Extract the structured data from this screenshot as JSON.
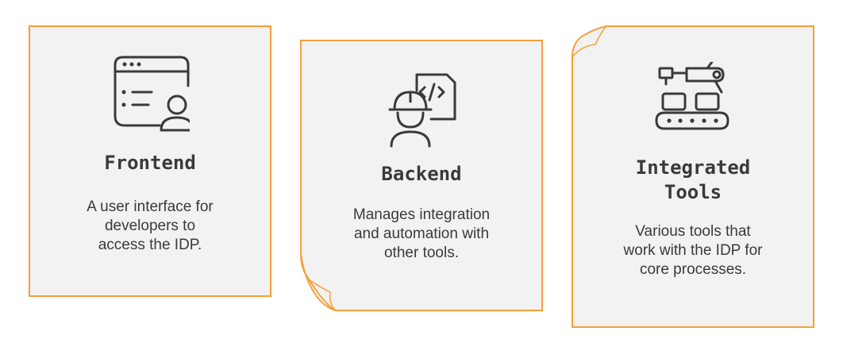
{
  "colors": {
    "border": "#f5a03a",
    "card_fill": "#f2f2f2",
    "icon": "#3a3a3a",
    "text": "#3a3a3a"
  },
  "cards": [
    {
      "icon": "browser-user-icon",
      "title": "Frontend",
      "description": "A user interface for\ndevelopers to\naccess the IDP."
    },
    {
      "icon": "developer-code-icon",
      "title": "Backend",
      "description": "Manages integration\nand automation with\nother tools."
    },
    {
      "icon": "robot-arm-conveyor-icon",
      "title": "Integrated\nTools",
      "description": "Various tools that\nwork with the IDP for\ncore processes."
    }
  ]
}
